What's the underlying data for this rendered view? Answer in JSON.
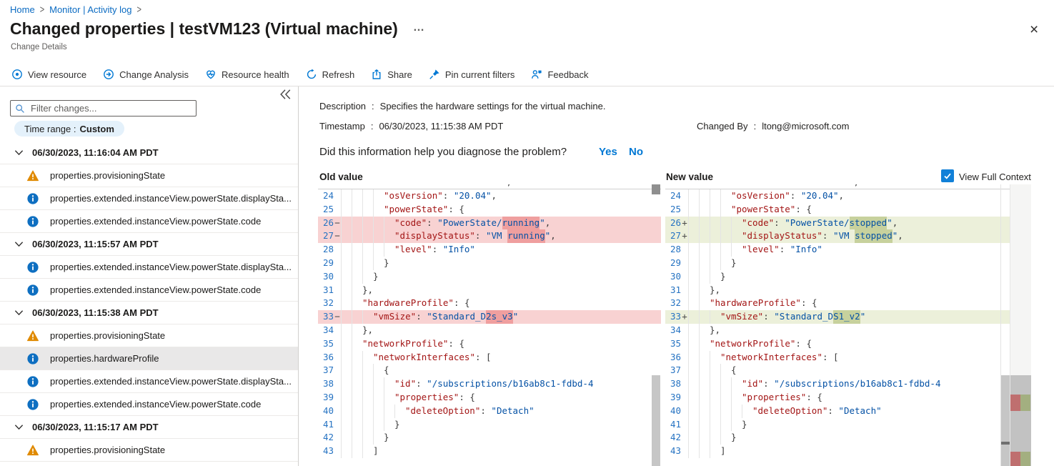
{
  "breadcrumb": {
    "items": [
      "Home",
      "Monitor | Activity log"
    ]
  },
  "header": {
    "title": "Changed properties | testVM123 (Virtual machine)",
    "ellipsis": "…",
    "close": "×",
    "subtitle": "Change Details"
  },
  "toolbar": {
    "items": [
      {
        "label": "View resource",
        "icon": "resource-icon"
      },
      {
        "label": "Change Analysis",
        "icon": "change-analysis-icon"
      },
      {
        "label": "Resource health",
        "icon": "resource-health-icon"
      },
      {
        "label": "Refresh",
        "icon": "refresh-icon"
      },
      {
        "label": "Share",
        "icon": "share-icon"
      },
      {
        "label": "Pin current filters",
        "icon": "pin-icon"
      },
      {
        "label": "Feedback",
        "icon": "feedback-icon"
      }
    ]
  },
  "sidebar": {
    "filter_placeholder": "Filter changes...",
    "time_range_label": "Time range :",
    "time_range_value": "Custom",
    "groups": [
      {
        "timestamp": "06/30/2023, 11:16:04 AM PDT",
        "items": [
          {
            "icon": "warning-icon",
            "label": "properties.provisioningState"
          },
          {
            "icon": "info-icon",
            "label": "properties.extended.instanceView.powerState.displaySta..."
          },
          {
            "icon": "info-icon",
            "label": "properties.extended.instanceView.powerState.code"
          }
        ]
      },
      {
        "timestamp": "06/30/2023, 11:15:57 AM PDT",
        "items": [
          {
            "icon": "info-icon",
            "label": "properties.extended.instanceView.powerState.displaySta..."
          },
          {
            "icon": "info-icon",
            "label": "properties.extended.instanceView.powerState.code"
          }
        ]
      },
      {
        "timestamp": "06/30/2023, 11:15:38 AM PDT",
        "items": [
          {
            "icon": "warning-icon",
            "label": "properties.provisioningState"
          },
          {
            "icon": "info-icon",
            "label": "properties.hardwareProfile",
            "selected": true
          },
          {
            "icon": "info-icon",
            "label": "properties.extended.instanceView.powerState.displaySta..."
          },
          {
            "icon": "info-icon",
            "label": "properties.extended.instanceView.powerState.code"
          }
        ]
      },
      {
        "timestamp": "06/30/2023, 11:15:17 AM PDT",
        "items": [
          {
            "icon": "warning-icon",
            "label": "properties.provisioningState"
          }
        ]
      }
    ]
  },
  "details": {
    "description_label": "Description",
    "sep": ":",
    "description": "Specifies the hardware settings for the virtual machine.",
    "timestamp_label": "Timestamp",
    "timestamp": "06/30/2023, 11:15:38 AM PDT",
    "changed_by_label": "Changed By",
    "changed_by": "ltong@microsoft.com",
    "question": "Did this information help you diagnose the problem?",
    "yes_label": "Yes",
    "no_label": "No"
  },
  "diff": {
    "old_label": "Old value",
    "new_label": "New value",
    "context_label": "View Full Context",
    "partial": [
      [
        "v",
        "\""
      ],
      [
        "p",
        ","
      ]
    ],
    "old_lines": [
      {
        "n": 24,
        "i": 4,
        "t": [
          [
            "k",
            "\"osVersion\""
          ],
          [
            "p",
            ": "
          ],
          [
            "v",
            "\"20.04\""
          ],
          [
            "p",
            ","
          ]
        ]
      },
      {
        "n": 25,
        "i": 4,
        "t": [
          [
            "k",
            "\"powerState\""
          ],
          [
            "p",
            ": {"
          ]
        ]
      },
      {
        "n": 26,
        "i": 5,
        "h": "del",
        "s": "−",
        "t": [
          [
            "k",
            "\"code\""
          ],
          [
            "p",
            ": "
          ],
          [
            "v",
            "\"PowerState/"
          ],
          [
            "m",
            "running"
          ],
          [
            "v",
            "\""
          ],
          [
            "p",
            ","
          ]
        ]
      },
      {
        "n": 27,
        "i": 5,
        "h": "del",
        "s": "−",
        "t": [
          [
            "k",
            "\"displayStatus\""
          ],
          [
            "p",
            ": "
          ],
          [
            "v",
            "\"VM "
          ],
          [
            "m",
            "running"
          ],
          [
            "v",
            "\""
          ],
          [
            "p",
            ","
          ]
        ]
      },
      {
        "n": 28,
        "i": 5,
        "t": [
          [
            "k",
            "\"level\""
          ],
          [
            "p",
            ": "
          ],
          [
            "v",
            "\"Info\""
          ]
        ]
      },
      {
        "n": 29,
        "i": 4,
        "t": [
          [
            "p",
            "}"
          ]
        ]
      },
      {
        "n": 30,
        "i": 3,
        "t": [
          [
            "p",
            "}"
          ]
        ]
      },
      {
        "n": 31,
        "i": 2,
        "t": [
          [
            "p",
            "},"
          ]
        ]
      },
      {
        "n": 32,
        "i": 2,
        "t": [
          [
            "k",
            "\"hardwareProfile\""
          ],
          [
            "p",
            ": {"
          ]
        ]
      },
      {
        "n": 33,
        "i": 3,
        "h": "del",
        "s": "−",
        "t": [
          [
            "k",
            "\"vmSize\""
          ],
          [
            "p",
            ": "
          ],
          [
            "v",
            "\"Standard_D"
          ],
          [
            "m",
            "2s_v3"
          ],
          [
            "v",
            "\""
          ]
        ]
      },
      {
        "n": 34,
        "i": 2,
        "t": [
          [
            "p",
            "},"
          ]
        ]
      },
      {
        "n": 35,
        "i": 2,
        "t": [
          [
            "k",
            "\"networkProfile\""
          ],
          [
            "p",
            ": {"
          ]
        ]
      },
      {
        "n": 36,
        "i": 3,
        "t": [
          [
            "k",
            "\"networkInterfaces\""
          ],
          [
            "p",
            ": ["
          ]
        ]
      },
      {
        "n": 37,
        "i": 4,
        "t": [
          [
            "p",
            "{"
          ]
        ]
      },
      {
        "n": 38,
        "i": 5,
        "t": [
          [
            "k",
            "\"id\""
          ],
          [
            "p",
            ": "
          ],
          [
            "v",
            "\"/subscriptions/b16ab8c1-fdbd-4"
          ]
        ]
      },
      {
        "n": 39,
        "i": 5,
        "t": [
          [
            "k",
            "\"properties\""
          ],
          [
            "p",
            ": {"
          ]
        ]
      },
      {
        "n": 40,
        "i": 6,
        "t": [
          [
            "k",
            "\"deleteOption\""
          ],
          [
            "p",
            ": "
          ],
          [
            "v",
            "\"Detach\""
          ]
        ]
      },
      {
        "n": 41,
        "i": 5,
        "t": [
          [
            "p",
            "}"
          ]
        ]
      },
      {
        "n": 42,
        "i": 4,
        "t": [
          [
            "p",
            "}"
          ]
        ]
      },
      {
        "n": 43,
        "i": 3,
        "t": [
          [
            "p",
            "]"
          ]
        ]
      }
    ],
    "new_lines": [
      {
        "n": 24,
        "i": 4,
        "t": [
          [
            "k",
            "\"osVersion\""
          ],
          [
            "p",
            ": "
          ],
          [
            "v",
            "\"20.04\""
          ],
          [
            "p",
            ","
          ]
        ]
      },
      {
        "n": 25,
        "i": 4,
        "t": [
          [
            "k",
            "\"powerState\""
          ],
          [
            "p",
            ": {"
          ]
        ]
      },
      {
        "n": 26,
        "i": 5,
        "h": "add",
        "s": "+",
        "t": [
          [
            "k",
            "\"code\""
          ],
          [
            "p",
            ": "
          ],
          [
            "v",
            "\"PowerState/"
          ],
          [
            "m",
            "stopped"
          ],
          [
            "v",
            "\""
          ],
          [
            "p",
            ","
          ]
        ]
      },
      {
        "n": 27,
        "i": 5,
        "h": "add",
        "s": "+",
        "t": [
          [
            "k",
            "\"displayStatus\""
          ],
          [
            "p",
            ": "
          ],
          [
            "v",
            "\"VM "
          ],
          [
            "m",
            "stopped"
          ],
          [
            "v",
            "\""
          ],
          [
            "p",
            ","
          ]
        ]
      },
      {
        "n": 28,
        "i": 5,
        "t": [
          [
            "k",
            "\"level\""
          ],
          [
            "p",
            ": "
          ],
          [
            "v",
            "\"Info\""
          ]
        ]
      },
      {
        "n": 29,
        "i": 4,
        "t": [
          [
            "p",
            "}"
          ]
        ]
      },
      {
        "n": 30,
        "i": 3,
        "t": [
          [
            "p",
            "}"
          ]
        ]
      },
      {
        "n": 31,
        "i": 2,
        "t": [
          [
            "p",
            "},"
          ]
        ]
      },
      {
        "n": 32,
        "i": 2,
        "t": [
          [
            "k",
            "\"hardwareProfile\""
          ],
          [
            "p",
            ": {"
          ]
        ]
      },
      {
        "n": 33,
        "i": 3,
        "h": "add",
        "s": "+",
        "t": [
          [
            "k",
            "\"vmSize\""
          ],
          [
            "p",
            ": "
          ],
          [
            "v",
            "\"Standard_D"
          ],
          [
            "m",
            "S1_v2"
          ],
          [
            "v",
            "\""
          ]
        ]
      },
      {
        "n": 34,
        "i": 2,
        "t": [
          [
            "p",
            "},"
          ]
        ]
      },
      {
        "n": 35,
        "i": 2,
        "t": [
          [
            "k",
            "\"networkProfile\""
          ],
          [
            "p",
            ": {"
          ]
        ]
      },
      {
        "n": 36,
        "i": 3,
        "t": [
          [
            "k",
            "\"networkInterfaces\""
          ],
          [
            "p",
            ": ["
          ]
        ]
      },
      {
        "n": 37,
        "i": 4,
        "t": [
          [
            "p",
            "{"
          ]
        ]
      },
      {
        "n": 38,
        "i": 5,
        "t": [
          [
            "k",
            "\"id\""
          ],
          [
            "p",
            ": "
          ],
          [
            "v",
            "\"/subscriptions/b16ab8c1-fdbd-4"
          ]
        ]
      },
      {
        "n": 39,
        "i": 5,
        "t": [
          [
            "k",
            "\"properties\""
          ],
          [
            "p",
            ": {"
          ]
        ]
      },
      {
        "n": 40,
        "i": 6,
        "t": [
          [
            "k",
            "\"deleteOption\""
          ],
          [
            "p",
            ": "
          ],
          [
            "v",
            "\"Detach\""
          ]
        ]
      },
      {
        "n": 41,
        "i": 5,
        "t": [
          [
            "p",
            "}"
          ]
        ]
      },
      {
        "n": 42,
        "i": 4,
        "t": [
          [
            "p",
            "}"
          ]
        ]
      },
      {
        "n": 43,
        "i": 3,
        "t": [
          [
            "p",
            "]"
          ]
        ]
      }
    ]
  },
  "colors": {
    "accent": "#0078d4",
    "breadcrumb_link": "#0b6bc2",
    "warning": "#e08a00",
    "info": "#0e6fc1",
    "diff_removed_line": "#f8d2d2",
    "diff_removed_word": "#ef9f9f",
    "diff_added_line": "#ecf0da",
    "diff_added_word": "#c7d19d",
    "json_key": "#a31515",
    "json_string": "#0451a5",
    "line_number": "#2673c2"
  }
}
